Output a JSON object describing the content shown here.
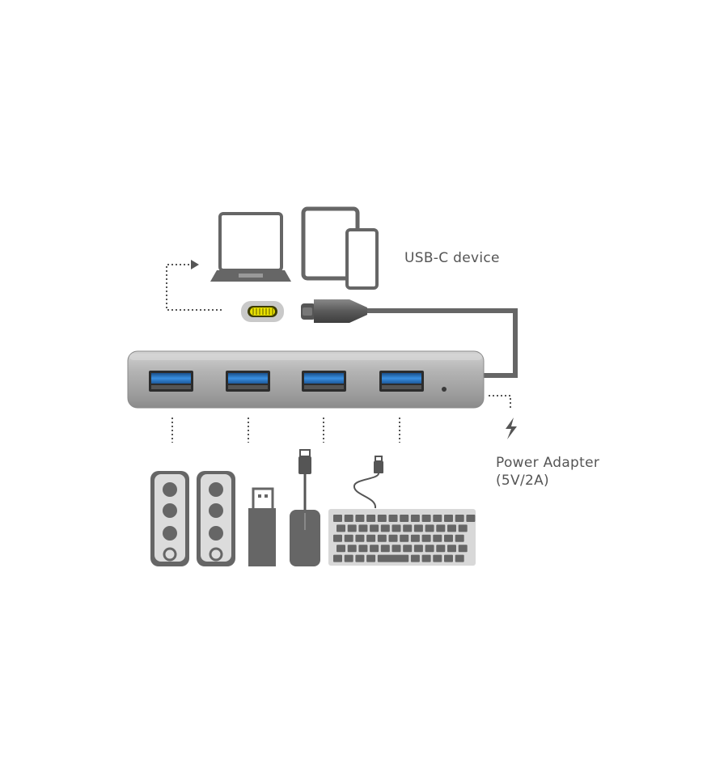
{
  "labels": {
    "usb_c_device": "USB-C device",
    "power_adapter_line1": "Power Adapter",
    "power_adapter_line2": "(5V/2A)"
  },
  "hub": {
    "port_count": 4
  },
  "icons": [
    "laptop-icon",
    "tablet-icon",
    "phone-icon",
    "usb-c-port-icon",
    "usb-c-plug-icon",
    "usb-hub-icon",
    "usb-a-port-icon",
    "power-led-icon",
    "lightning-icon",
    "speaker-icon",
    "usb-flash-drive-icon",
    "mouse-icon",
    "keyboard-icon"
  ],
  "colors": {
    "device_gray": "#666666",
    "hub_silver": "#a8a8a8",
    "port_blue": "#2a79c9",
    "connector_yellow": "#e8e000",
    "dotted_line": "#555555"
  }
}
